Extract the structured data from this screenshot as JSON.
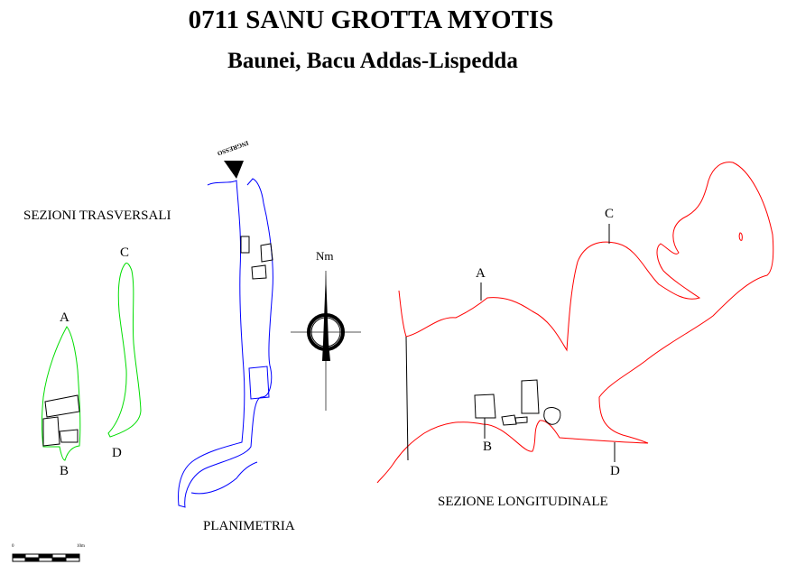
{
  "title": "0711 SA\\NU GROTTA MYOTIS",
  "subtitle": "Baunei, Bacu Addas-Lispedda",
  "labels": {
    "cross_sections": "SEZIONI TRASVERSALI",
    "plan": "PLANIMETRIA",
    "longitudinal": "SEZIONE LONGITUDINALE",
    "entrance": "INGRESSO",
    "north": "Nm"
  },
  "section_markers": {
    "a": "A",
    "b": "B",
    "c": "C",
    "d": "D"
  },
  "scale_bar": {
    "start": "0",
    "end": "10m"
  },
  "colors": {
    "cross_sections": "#00dd00",
    "plan": "#0000ff",
    "longitudinal": "#ff0000",
    "detail": "#000000"
  }
}
